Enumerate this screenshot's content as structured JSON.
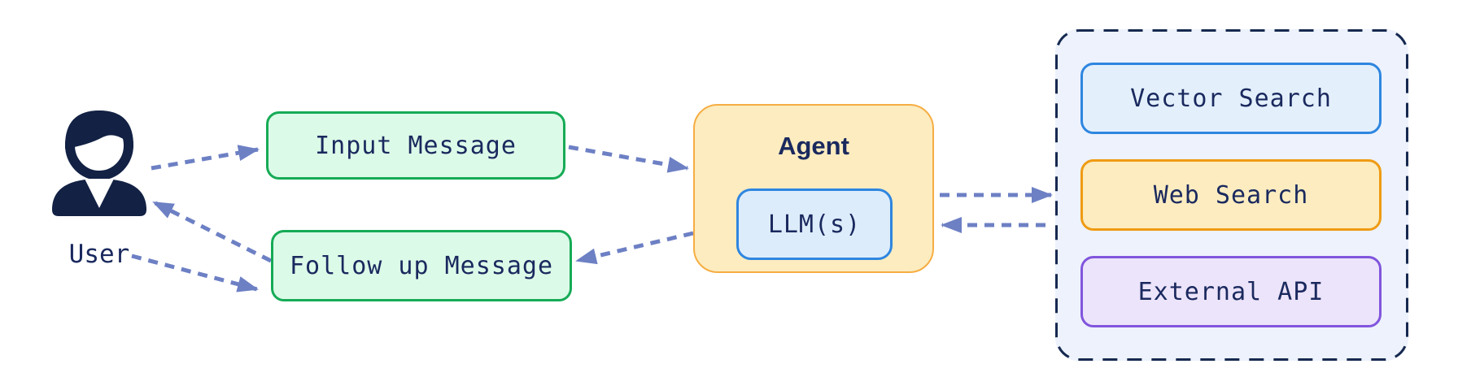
{
  "user": {
    "label": "User"
  },
  "nodes": {
    "input_message": {
      "label": "Input Message"
    },
    "follow_up_message": {
      "label": "Follow up Message"
    },
    "agent": {
      "title": "Agent",
      "llm_label": "LLM(s)"
    }
  },
  "tools": {
    "items": [
      {
        "label": "Vector Search",
        "fill": "#e3f0fc",
        "border": "#2e86e0"
      },
      {
        "label": "Web Search",
        "fill": "#fcecc0",
        "border": "#ef9b13"
      },
      {
        "label": "External API",
        "fill": "#ece4fa",
        "border": "#8155dd"
      }
    ]
  },
  "edges": [
    {
      "from": "User",
      "to": "Input Message"
    },
    {
      "from": "Input Message",
      "to": "Agent"
    },
    {
      "from": "Agent",
      "to": "Follow up Message"
    },
    {
      "from": "Follow up Message",
      "to": "User"
    },
    {
      "from": "User",
      "to": "Follow up Message"
    },
    {
      "from": "Agent",
      "to": "Tools"
    },
    {
      "from": "Tools",
      "to": "Agent"
    }
  ],
  "colors": {
    "text_navy": "#1a295e",
    "icon_navy": "#122144",
    "arrow": "#6d80c4",
    "green_fill": "#dcfae8",
    "green_border": "#16ab56",
    "agent_fill": "#fcecc0",
    "agent_border": "#f6ad42",
    "llm_fill": "#ddecfb",
    "llm_border": "#2e86e0",
    "tools_fill": "#edf2fc",
    "tools_border": "#16294f"
  }
}
